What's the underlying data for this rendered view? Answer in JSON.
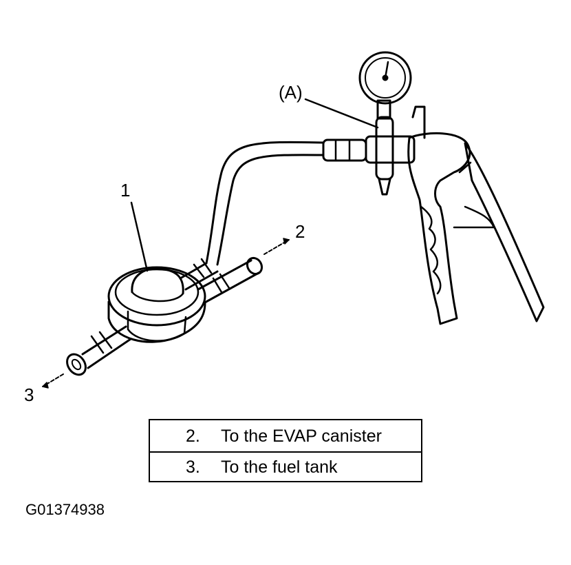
{
  "callouts": {
    "gauge_label": "(A)",
    "valve_label": "1",
    "canister_label": "2",
    "tank_label": "3"
  },
  "legend": [
    {
      "num": "2.",
      "text": "To the EVAP canister"
    },
    {
      "num": "3.",
      "text": "To the fuel tank"
    }
  ],
  "figure_code": "G01374938",
  "colors": {
    "line": "#000000",
    "background": "#ffffff"
  },
  "icons": [
    "vacuum-pump",
    "pressure-gauge",
    "valve",
    "hose",
    "arrow"
  ]
}
